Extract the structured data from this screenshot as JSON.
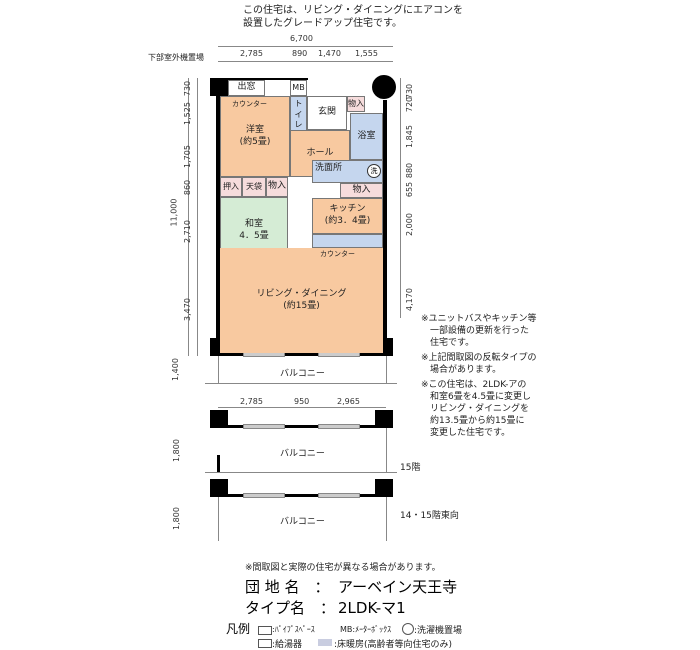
{
  "header_note": [
    "この住宅は、リビング・ダイニングにエアコンを",
    "設置したグレードアップ住宅です。"
  ],
  "outdoor_unit_label": "下部室外機置場",
  "dims_top": {
    "total": "6,700",
    "parts": [
      "2,785",
      "890",
      "1,470",
      "1,555"
    ]
  },
  "dims_left": {
    "total": "11,000",
    "parts": [
      "730",
      "1,525",
      "1,705",
      "860",
      "2,710",
      "3,470"
    ],
    "balcony": "1,400"
  },
  "dims_right": [
    "730",
    "720",
    "1,845",
    "880",
    "655",
    "2,000",
    "4,170"
  ],
  "rooms": {
    "bay": "出窓",
    "mb": "MB",
    "counter_top": "カウンター",
    "western": "洋室",
    "western_size": "(約5畳)",
    "toilet": "トイレ",
    "entrance": "玄関",
    "storage_small": "物入",
    "bath": "浴室",
    "hall": "ホール",
    "washroom": "洗面所",
    "washer": "洗",
    "storage_wash": "物入",
    "oshiire": "押入",
    "tenbukuro": "天袋",
    "storage_jp": "物入",
    "japanese": "和室",
    "japanese_size": "4．5畳",
    "kitchen": "キッチン",
    "kitchen_size": "(約3．4畳)",
    "counter_kitchen": "カウンター",
    "living": "リビング・ダイニング",
    "living_size": "(約15畳)",
    "balcony": "バルコニー"
  },
  "variant_dims": [
    "2,785",
    "950",
    "2,965"
  ],
  "variant1": {
    "balcony": "バルコニー",
    "depth": "1,800",
    "label": "15階"
  },
  "variant2": {
    "balcony": "バルコニー",
    "depth": "1,800",
    "label": "14・15階東向"
  },
  "side_notes": [
    "※ユニットバスやキッチン等\n　一部設備の更新を行った\n　住宅です。",
    "※上記間取図の反転タイプの\n　場合があります。",
    "※この住宅は、2LDK-アの\n　和室6畳を4.5畳に変更し\n　リビング・ダイニングを\n　約13.5畳から約15畳に\n　変更した住宅です。"
  ],
  "disclaimer": "※間取図と実際の住宅が異なる場合があります。",
  "complex": {
    "label": "団 地 名　：",
    "value": "アーベイン天王寺"
  },
  "type": {
    "label": "タイプ名　：",
    "value": "2LDK-マ1"
  },
  "legend": {
    "title": "凡例",
    "items": [
      ":ﾊﾟｲﾌﾟｽﾍﾟｰｽ",
      "MB:ﾒｰﾀｰﾎﾞｯｸｽ",
      ":洗濯機置場",
      ":給湯器",
      ":床暖房(高齢者等向住宅のみ)"
    ]
  }
}
